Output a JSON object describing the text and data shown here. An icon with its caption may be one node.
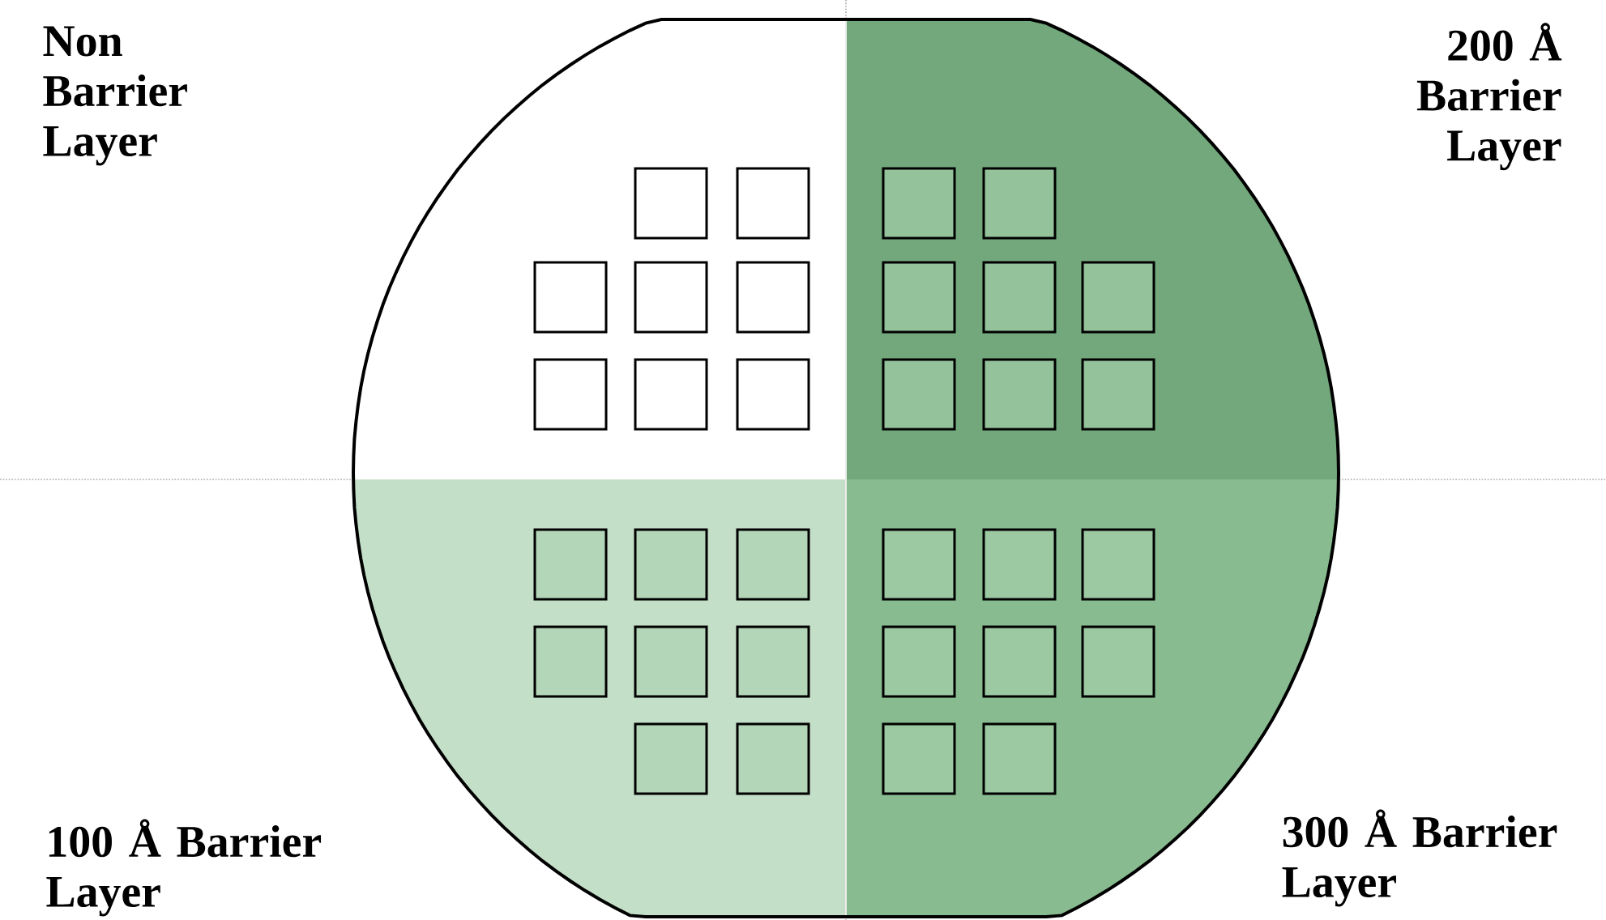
{
  "diagram": {
    "labels": [
      "Non Barrier Layer",
      "200 Å Barrier Layer",
      "100 Å Barrier Layer",
      "300 Å Barrier Layer"
    ]
  }
}
